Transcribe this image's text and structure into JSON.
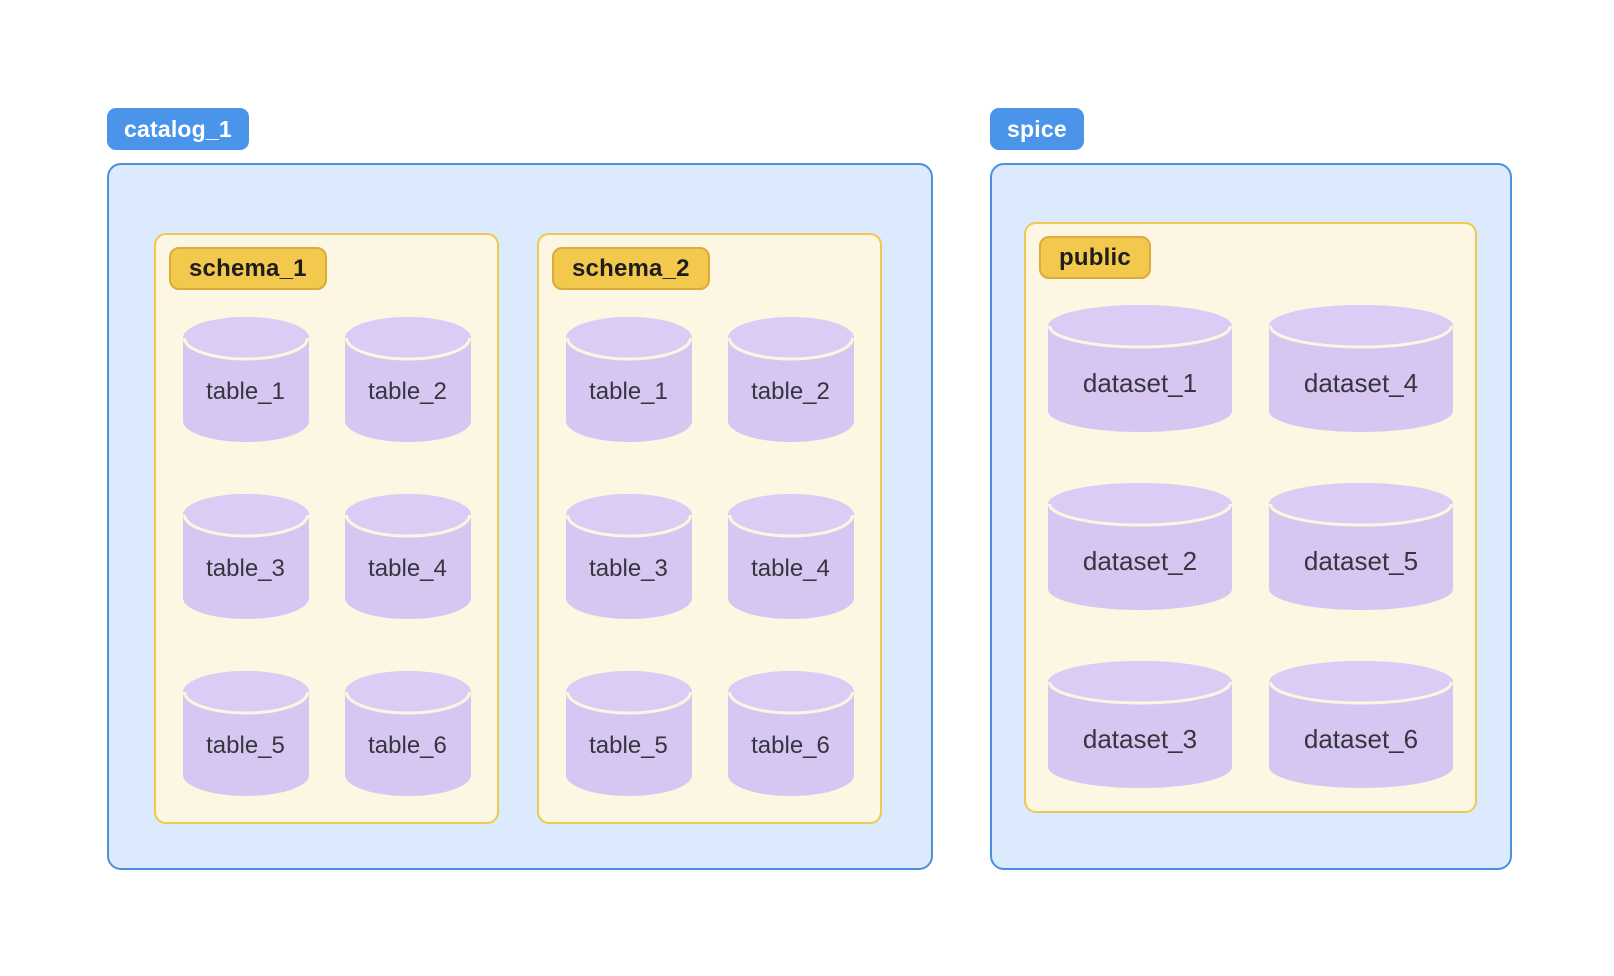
{
  "catalogs": [
    {
      "name": "catalog_1",
      "schemas": [
        {
          "name": "schema_1",
          "fill": "row",
          "items": [
            "table_1",
            "table_2",
            "table_3",
            "table_4",
            "table_5",
            "table_6"
          ]
        },
        {
          "name": "schema_2",
          "fill": "row",
          "items": [
            "table_1",
            "table_2",
            "table_3",
            "table_4",
            "table_5",
            "table_6"
          ]
        }
      ]
    },
    {
      "name": "spice",
      "schemas": [
        {
          "name": "public",
          "fill": "column",
          "items": [
            "dataset_1",
            "dataset_2",
            "dataset_3",
            "dataset_4",
            "dataset_5",
            "dataset_6"
          ]
        }
      ]
    }
  ],
  "layout_hints": {
    "grid_columns": 2,
    "grid_rows": 3
  },
  "colors": {
    "catalog_badge_bg": "#4a94e9",
    "catalog_badge_text": "#ffffff",
    "catalog_box_bg": "#dbeafc",
    "catalog_box_border": "#4a90e2",
    "schema_badge_bg": "#f2c94c",
    "schema_badge_border": "#dcab3c",
    "schema_badge_text": "#1d1d1d",
    "schema_box_bg": "#fdf6e3",
    "schema_box_border": "#edc951",
    "cylinder_body": "#d8c6f2",
    "cylinder_top": "#dccbf4",
    "cylinder_arc": "#fdf5e1",
    "cylinder_text": "#36363f"
  }
}
